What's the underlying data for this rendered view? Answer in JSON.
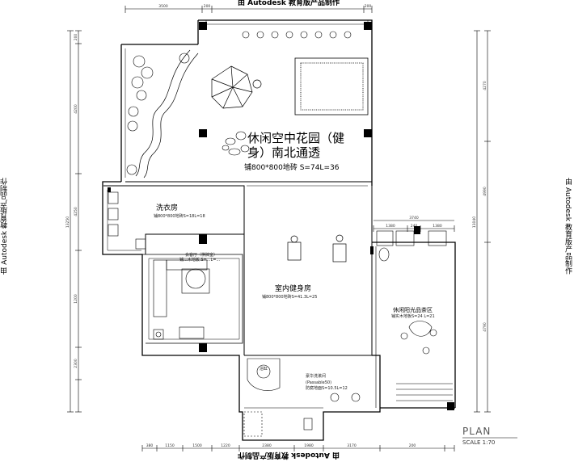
{
  "watermark": {
    "brand": "Autodesk",
    "prefix": "由",
    "suffix": "教育版产品制作",
    "top": "由 Autodesk 教育版产品制作",
    "bottom": "由 Autodesk 教育版产品制作",
    "left": "由 Autodesk 教育版产品制作",
    "right": "由 Autodesk 教育版产品制作"
  },
  "rooms": {
    "garden": {
      "title_line1": "休闲空中花园（健",
      "title_line2": "身）南北通透",
      "spec": "铺800*800地砖 S=74L=36"
    },
    "laundry": {
      "title": "洗衣房",
      "spec": "铺800*800地砖S=18L=18"
    },
    "guest": {
      "title": "会客厅（棋牌室）",
      "spec": "铺...木地板 S=...L=..."
    },
    "gym": {
      "title": "室内健身房",
      "spec": "铺800*800地砖S=41.3L=25"
    },
    "sun": {
      "title": "休闲阳光品茶区",
      "spec": "铺实木地板S=24 L=21"
    },
    "bath": {
      "title": "豪华洗漱间",
      "spec_a": "(Passable50)",
      "spec_b": "防腐地面S=10.5L=12"
    }
  },
  "fixtures": {
    "bathtub": "浴缸"
  },
  "dimensions": {
    "top": [
      "3500",
      "200",
      "200"
    ],
    "left": [
      "200",
      "4200",
      "4250",
      "1200",
      "2300"
    ],
    "left_total": "13250",
    "right": [
      "4270",
      "4990",
      "4790"
    ],
    "right_total": "11040",
    "right_extra": "3740",
    "bottom": [
      "380",
      "1150",
      "1500",
      "1220",
      "2380",
      "1980",
      "3170",
      "200"
    ],
    "annex_top": [
      "1380",
      "240",
      "1380"
    ]
  },
  "footer": {
    "plan": "PLAN",
    "scale": "SCALE  1:70"
  }
}
